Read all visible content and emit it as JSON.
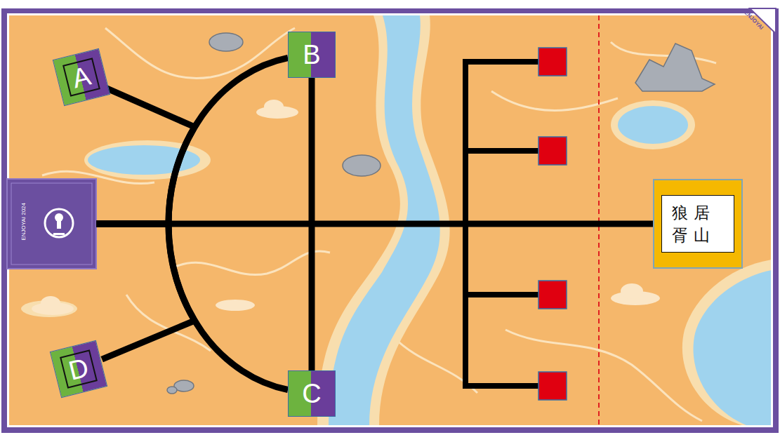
{
  "diagram": {
    "nodes": [
      {
        "text": [
          "A"
        ]
      },
      {
        "text": [
          "B"
        ]
      },
      {
        "text": [
          "ENJOYAI 2024"
        ]
      },
      {
        "text": [
          "狼居 胥山"
        ]
      },
      {
        "text": [
          "D"
        ]
      },
      {
        "text": [
          "C"
        ]
      }
    ],
    "edges": [
      {
        "from": 2,
        "to": 3,
        "arrow": "none"
      },
      {
        "from": 1,
        "to": 5,
        "arrow": "none"
      },
      {
        "from": 2,
        "to": 0,
        "arrow": "none"
      },
      {
        "from": 2,
        "to": 1,
        "arrow": "none"
      },
      {
        "from": 2,
        "to": 4,
        "arrow": "none"
      },
      {
        "from": 2,
        "to": 5,
        "arrow": "none"
      }
    ],
    "labels": [
      "ENJOYAI"
    ]
  }
}
